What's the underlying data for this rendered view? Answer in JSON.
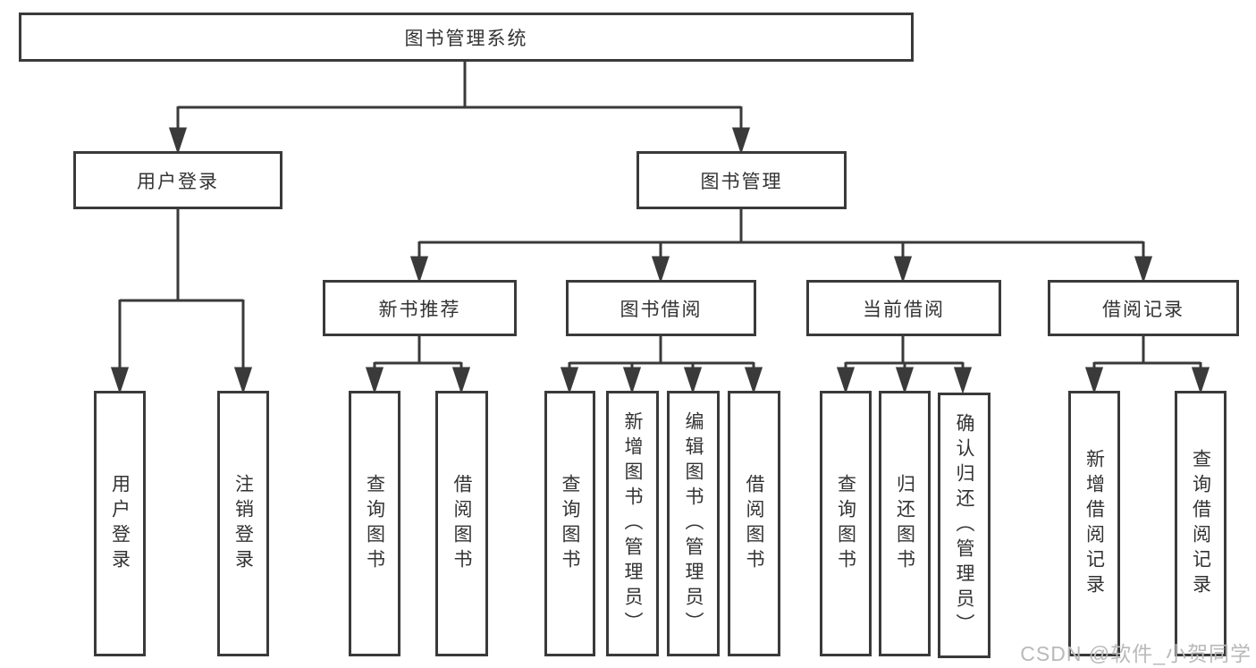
{
  "colors": {
    "line": "#3a3a3a",
    "box_border": "#3a3a3a",
    "box_background": "#ffffff",
    "text": "#333333",
    "watermark": "#b9b9b9"
  },
  "tree": {
    "root": {
      "label": "图书管理系统"
    },
    "level2": [
      {
        "label": "用户登录"
      },
      {
        "label": "图书管理"
      }
    ],
    "level3": [
      {
        "label": "新书推荐"
      },
      {
        "label": "图书借阅"
      },
      {
        "label": "当前借阅"
      },
      {
        "label": "借阅记录"
      }
    ],
    "leaves": {
      "user_login": [
        {
          "label": "用户登录"
        },
        {
          "label": "注销登录"
        }
      ],
      "new_book_recommend": [
        {
          "label": "查询图书"
        },
        {
          "label": "借阅图书"
        }
      ],
      "book_borrow": [
        {
          "label": "查询图书"
        },
        {
          "label": "新增图书（管理员）"
        },
        {
          "label": "编辑图书（管理员）"
        },
        {
          "label": "借阅图书"
        }
      ],
      "current_borrow": [
        {
          "label": "查询图书"
        },
        {
          "label": "归还图书"
        },
        {
          "label": "确认归还（管理员）"
        }
      ],
      "borrow_record": [
        {
          "label": "新增借阅记录"
        },
        {
          "label": "查询借阅记录"
        }
      ]
    }
  },
  "watermark": {
    "text": "CSDN @软件_小贺同学"
  }
}
